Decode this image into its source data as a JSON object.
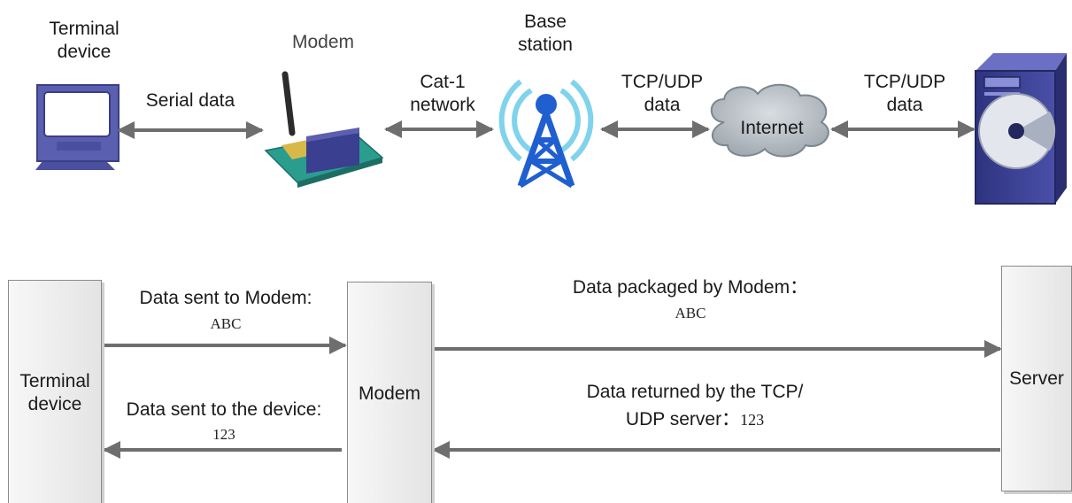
{
  "top": {
    "terminal_label": "Terminal device",
    "modem_label": "Modem",
    "base_station_label": "Base station",
    "link_serial": "Serial data",
    "link_cat1": "Cat-1 network",
    "link_tcp_left": "TCP/UDP data",
    "cloud_label": "Internet",
    "link_tcp_right": "TCP/UDP data"
  },
  "bottom": {
    "terminal_box": "Terminal device",
    "modem_box": "Modem",
    "server_box": "Server",
    "sent_to_modem_label": "Data sent to Modem:",
    "sent_to_modem_value": "ABC",
    "sent_to_device_label": "Data sent to the device:",
    "sent_to_device_value": "123",
    "packaged_label": "Data packaged by Modem：",
    "packaged_value": "ABC",
    "returned_label_line1": "Data returned by the TCP/",
    "returned_label_line2": "UDP server：",
    "returned_value": "123"
  },
  "colors": {
    "arrow": "#6e6e6e",
    "box_border": "#8a8a8a",
    "computer_fill": "#5a5fb0",
    "server_fill": "#3a3f8f",
    "tower_blue": "#1f5fd0",
    "wave_cyan": "#7fd3ec",
    "cloud_fill": "#b9c0c6",
    "board_teal": "#2a9d8f"
  }
}
